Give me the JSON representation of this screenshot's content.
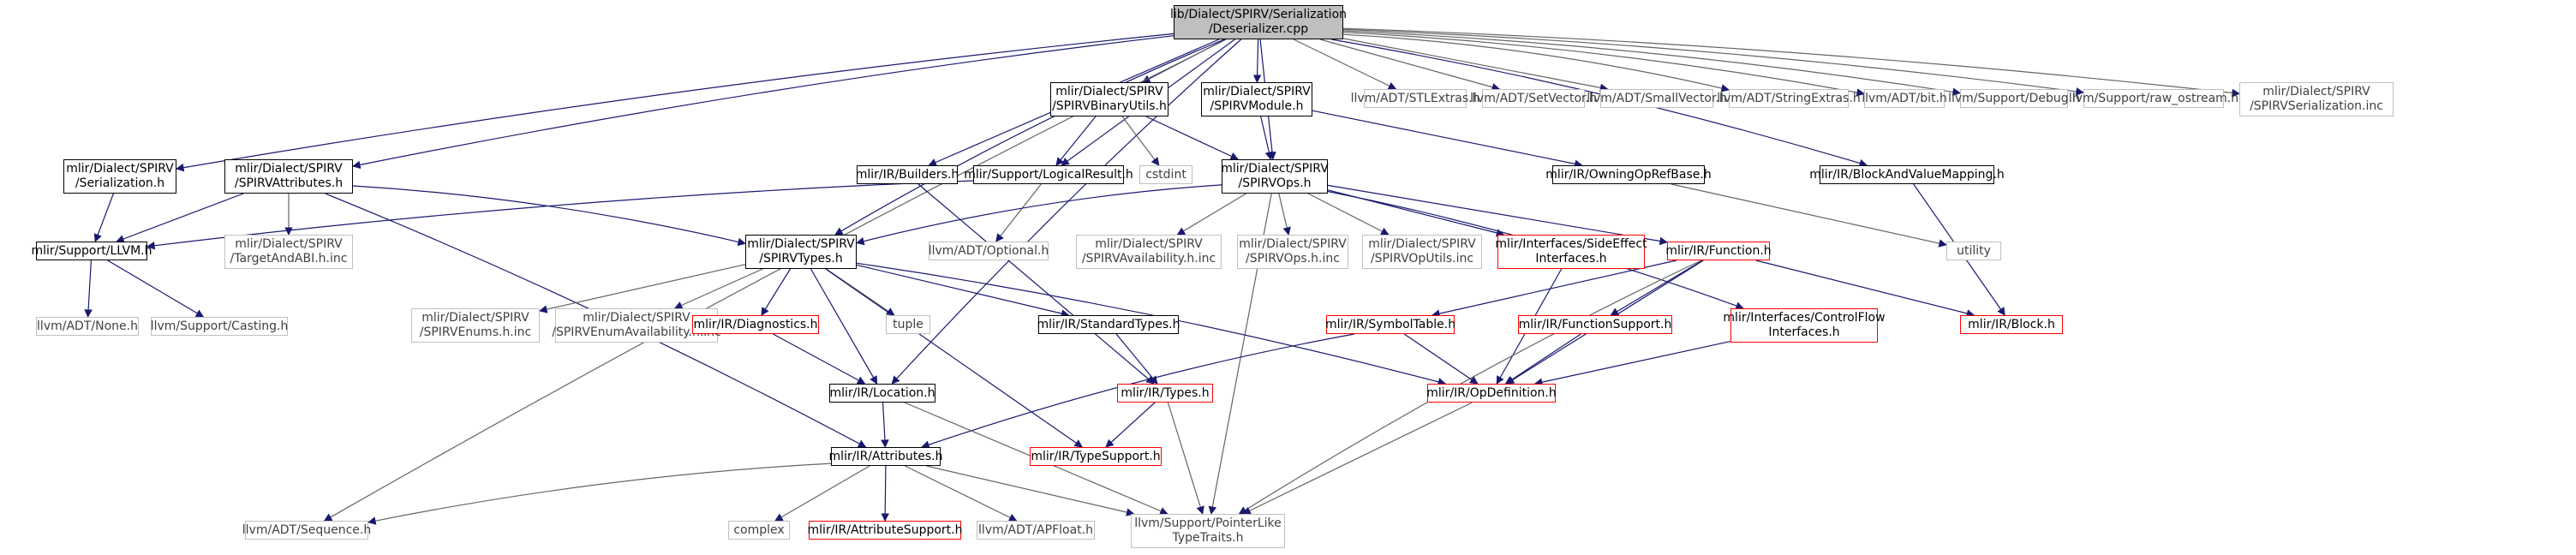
{
  "colors": {
    "edge_midnight": "#191970",
    "edge_gray": "#646464",
    "node_documented": "#000000",
    "node_truncated": "#ff0000",
    "node_external": "#bfbfbf",
    "root_fill": "#bfbfbf"
  },
  "nodes": {
    "root": {
      "text": "lib/Dialect/SPIRV/Serialization\n/Deserializer.cpp",
      "style": "root"
    },
    "binaryutils": {
      "text": "mlir/Dialect/SPIRV\n/SPIRVBinaryUtils.h",
      "style": "black"
    },
    "module": {
      "text": "mlir/Dialect/SPIRV\n/SPIRVModule.h",
      "style": "black"
    },
    "stlextras": {
      "text": "llvm/ADT/STLExtras.h",
      "style": "gray"
    },
    "setvector": {
      "text": "llvm/ADT/SetVector.h",
      "style": "gray"
    },
    "smallvector": {
      "text": "llvm/ADT/SmallVector.h",
      "style": "gray"
    },
    "stringextras": {
      "text": "llvm/ADT/StringExtras.h",
      "style": "gray"
    },
    "bit": {
      "text": "llvm/ADT/bit.h",
      "style": "gray"
    },
    "debug": {
      "text": "llvm/Support/Debug.h",
      "style": "gray"
    },
    "rawostream": {
      "text": "llvm/Support/raw_ostream.h",
      "style": "gray"
    },
    "serializationinc": {
      "text": "mlir/Dialect/SPIRV\n/SPIRVSerialization.inc",
      "style": "gray"
    },
    "serialization": {
      "text": "mlir/Dialect/SPIRV\n/Serialization.h",
      "style": "black"
    },
    "attributes_spirv": {
      "text": "mlir/Dialect/SPIRV\n/SPIRVAttributes.h",
      "style": "black"
    },
    "builders": {
      "text": "mlir/IR/Builders.h",
      "style": "black"
    },
    "logicalresult": {
      "text": "mlir/Support/LogicalResult.h",
      "style": "black"
    },
    "cstdint": {
      "text": "cstdint",
      "style": "gray"
    },
    "spirvops": {
      "text": "mlir/Dialect/SPIRV\n/SPIRVOps.h",
      "style": "black"
    },
    "owningopref": {
      "text": "mlir/IR/OwningOpRefBase.h",
      "style": "black"
    },
    "blockvaluemapping": {
      "text": "mlir/IR/BlockAndValueMapping.h",
      "style": "black"
    },
    "supportllvm": {
      "text": "mlir/Support/LLVM.h",
      "style": "black"
    },
    "targetandabi": {
      "text": "mlir/Dialect/SPIRV\n/TargetAndABI.h.inc",
      "style": "gray"
    },
    "spirvtypes": {
      "text": "mlir/Dialect/SPIRV\n/SPIRVTypes.h",
      "style": "black"
    },
    "optional": {
      "text": "llvm/ADT/Optional.h",
      "style": "gray"
    },
    "availabilityinc": {
      "text": "mlir/Dialect/SPIRV\n/SPIRVAvailability.h.inc",
      "style": "gray"
    },
    "opsinc": {
      "text": "mlir/Dialect/SPIRV\n/SPIRVOps.h.inc",
      "style": "gray"
    },
    "oputilsinc": {
      "text": "mlir/Dialect/SPIRV\n/SPIRVOpUtils.inc",
      "style": "gray"
    },
    "sideeffect": {
      "text": "mlir/Interfaces/SideEffect\nInterfaces.h",
      "style": "red"
    },
    "function": {
      "text": "mlir/IR/Function.h",
      "style": "red"
    },
    "utility": {
      "text": "utility",
      "style": "gray"
    },
    "controlflow": {
      "text": "mlir/Interfaces/ControlFlow\nInterfaces.h",
      "style": "red"
    },
    "block": {
      "text": "mlir/IR/Block.h",
      "style": "red"
    },
    "none": {
      "text": "llvm/ADT/None.h",
      "style": "gray"
    },
    "casting": {
      "text": "llvm/Support/Casting.h",
      "style": "gray"
    },
    "enumsinc": {
      "text": "mlir/Dialect/SPIRV\n/SPIRVEnums.h.inc",
      "style": "gray"
    },
    "enumavailabilityinc": {
      "text": "mlir/Dialect/SPIRV\n/SPIRVEnumAvailability.h.inc",
      "style": "gray"
    },
    "diagnostics": {
      "text": "mlir/IR/Diagnostics.h",
      "style": "red"
    },
    "tuple": {
      "text": "tuple",
      "style": "gray"
    },
    "standardtypes": {
      "text": "mlir/IR/StandardTypes.h",
      "style": "black"
    },
    "symboltable": {
      "text": "mlir/IR/SymbolTable.h",
      "style": "red"
    },
    "functionsupport": {
      "text": "mlir/IR/FunctionSupport.h",
      "style": "red"
    },
    "location": {
      "text": "mlir/IR/Location.h",
      "style": "black"
    },
    "types": {
      "text": "mlir/IR/Types.h",
      "style": "red"
    },
    "opdefinition": {
      "text": "mlir/IR/OpDefinition.h",
      "style": "red"
    },
    "typesupport": {
      "text": "mlir/IR/TypeSupport.h",
      "style": "red"
    },
    "irattributes": {
      "text": "mlir/IR/Attributes.h",
      "style": "black"
    },
    "sequence": {
      "text": "llvm/ADT/Sequence.h",
      "style": "gray"
    },
    "complex": {
      "text": "complex",
      "style": "gray"
    },
    "attributesupport": {
      "text": "mlir/IR/AttributeSupport.h",
      "style": "red"
    },
    "apfloat": {
      "text": "llvm/ADT/APFloat.h",
      "style": "gray"
    },
    "pointerlike": {
      "text": "llvm/Support/PointerLike\nTypeTraits.h",
      "style": "gray"
    }
  },
  "edges": [
    [
      "root",
      "binaryutils"
    ],
    [
      "root",
      "module"
    ],
    [
      "root",
      "stlextras"
    ],
    [
      "root",
      "setvector"
    ],
    [
      "root",
      "smallvector"
    ],
    [
      "root",
      "stringextras"
    ],
    [
      "root",
      "bit"
    ],
    [
      "root",
      "debug"
    ],
    [
      "root",
      "rawostream"
    ],
    [
      "root",
      "serializationinc"
    ],
    [
      "root",
      "serialization"
    ],
    [
      "root",
      "attributes_spirv"
    ],
    [
      "root",
      "builders"
    ],
    [
      "root",
      "logicalresult"
    ],
    [
      "root",
      "spirvops"
    ],
    [
      "root",
      "spirvtypes"
    ],
    [
      "root",
      "location"
    ],
    [
      "root",
      "sequence"
    ],
    [
      "root",
      "blockvaluemapping"
    ],
    [
      "binaryutils",
      "logicalresult"
    ],
    [
      "binaryutils",
      "cstdint"
    ],
    [
      "binaryutils",
      "spirvops"
    ],
    [
      "module",
      "spirvops"
    ],
    [
      "module",
      "owningopref"
    ],
    [
      "serialization",
      "supportllvm"
    ],
    [
      "attributes_spirv",
      "supportllvm"
    ],
    [
      "attributes_spirv",
      "targetandabi"
    ],
    [
      "attributes_spirv",
      "spirvtypes"
    ],
    [
      "attributes_spirv",
      "irattributes"
    ],
    [
      "builders",
      "types"
    ],
    [
      "logicalresult",
      "supportllvm"
    ],
    [
      "logicalresult",
      "optional"
    ],
    [
      "spirvops",
      "spirvtypes"
    ],
    [
      "spirvops",
      "availabilityinc"
    ],
    [
      "spirvops",
      "opsinc"
    ],
    [
      "spirvops",
      "oputilsinc"
    ],
    [
      "spirvops",
      "sideeffect"
    ],
    [
      "spirvops",
      "function"
    ],
    [
      "spirvops",
      "controlflow"
    ],
    [
      "spirvops",
      "pointerlike"
    ],
    [
      "owningopref",
      "utility"
    ],
    [
      "blockvaluemapping",
      "block"
    ],
    [
      "supportllvm",
      "none"
    ],
    [
      "supportllvm",
      "casting"
    ],
    [
      "spirvtypes",
      "enumsinc"
    ],
    [
      "spirvtypes",
      "enumavailabilityinc"
    ],
    [
      "spirvtypes",
      "diagnostics"
    ],
    [
      "spirvtypes",
      "tuple"
    ],
    [
      "spirvtypes",
      "standardtypes"
    ],
    [
      "spirvtypes",
      "location"
    ],
    [
      "spirvtypes",
      "typesupport"
    ],
    [
      "spirvtypes",
      "opdefinition"
    ],
    [
      "sideeffect",
      "opdefinition"
    ],
    [
      "function",
      "symboltable"
    ],
    [
      "function",
      "functionsupport"
    ],
    [
      "function",
      "opdefinition"
    ],
    [
      "function",
      "block"
    ],
    [
      "function",
      "pointerlike"
    ],
    [
      "controlflow",
      "opdefinition"
    ],
    [
      "diagnostics",
      "location"
    ],
    [
      "standardtypes",
      "types"
    ],
    [
      "symboltable",
      "opdefinition"
    ],
    [
      "symboltable",
      "irattributes"
    ],
    [
      "functionsupport",
      "opdefinition"
    ],
    [
      "location",
      "irattributes"
    ],
    [
      "location",
      "pointerlike"
    ],
    [
      "types",
      "typesupport"
    ],
    [
      "types",
      "pointerlike"
    ],
    [
      "opdefinition",
      "pointerlike"
    ],
    [
      "irattributes",
      "sequence"
    ],
    [
      "irattributes",
      "complex"
    ],
    [
      "irattributes",
      "attributesupport"
    ],
    [
      "irattributes",
      "apfloat"
    ],
    [
      "irattributes",
      "pointerlike"
    ]
  ]
}
